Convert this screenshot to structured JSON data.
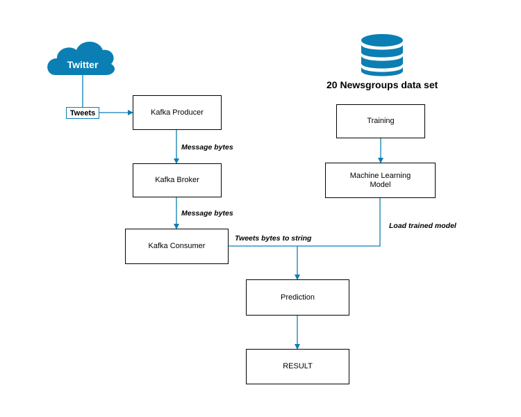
{
  "source": {
    "label": "Twitter",
    "icon": "cloud-icon"
  },
  "tweets_tag": "Tweets",
  "dataset": {
    "label": "20 Newsgroups data set",
    "icon": "database-icon"
  },
  "nodes": {
    "kafka_producer": "Kafka Producer",
    "kafka_broker": "Kafka Broker",
    "kafka_consumer": "Kafka Consumer",
    "training": "Training",
    "ml_model": "Machine Learning\nModel",
    "prediction": "Prediction",
    "result": "RESULT"
  },
  "edges": {
    "producer_to_broker": "Message bytes",
    "broker_to_consumer": "Message bytes",
    "consumer_to_prediction": "Tweets bytes to string",
    "model_to_prediction": "Load trained model"
  },
  "colors": {
    "accent": "#0b7fb3",
    "border": "#000000"
  }
}
